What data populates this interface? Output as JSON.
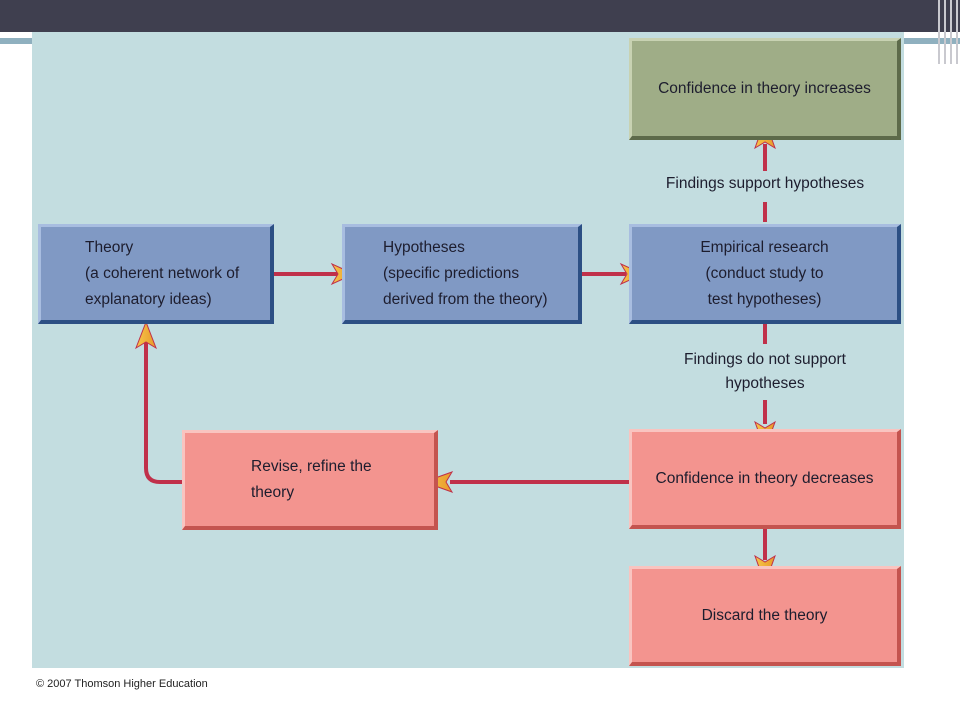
{
  "diagram": {
    "boxes": {
      "theory": "Theory\n(a coherent network of\nexplanatory ideas)",
      "hypotheses": "Hypotheses\n(specific predictions\nderived from the theory)",
      "empirical": "Empirical research\n(conduct study to\ntest hypotheses)",
      "conf_increase": "Confidence in theory increases",
      "conf_decrease": "Confidence in theory decreases",
      "revise": "Revise, refine the\ntheory",
      "discard": "Discard the theory"
    },
    "edge_labels": {
      "support": "Findings support hypotheses",
      "not_support": "Findings do not support\nhypotheses"
    }
  },
  "footer": {
    "copyright": "© 2007 Thomson Higher Education"
  },
  "colors": {
    "background": "#c3dde0",
    "blue_box": "#8099c4",
    "pink_box": "#f3948f",
    "green_box": "#9fad87",
    "arrow_line": "#c0304a",
    "arrow_head": "#f2b233"
  }
}
